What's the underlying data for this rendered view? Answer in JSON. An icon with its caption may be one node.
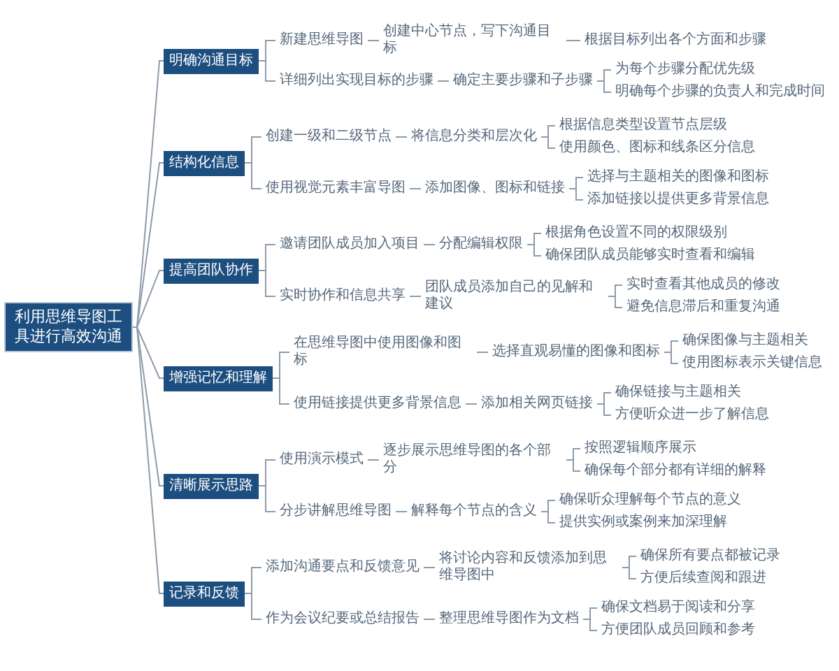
{
  "diagram": {
    "nodes": [
      {
        "text": [
          "利用思维导图工具进行高效沟通"
        ]
      },
      {
        "text": [
          "明确沟通目标"
        ]
      },
      {
        "text": [
          "新建思维导图"
        ]
      },
      {
        "text": [
          "创建中心节点，写下沟通目标"
        ]
      },
      {
        "text": [
          "根据目标列出各个方面和步骤"
        ]
      },
      {
        "text": [
          "详细列出实现目标的步骤"
        ]
      },
      {
        "text": [
          "确定主要步骤和子步骤"
        ]
      },
      {
        "text": [
          "为每个步骤分配优先级"
        ]
      },
      {
        "text": [
          "明确每个步骤的负责人和完成时间"
        ]
      },
      {
        "text": [
          "结构化信息"
        ]
      },
      {
        "text": [
          "创建一级和二级节点"
        ]
      },
      {
        "text": [
          "将信息分类和层次化"
        ]
      },
      {
        "text": [
          "根据信息类型设置节点层级"
        ]
      },
      {
        "text": [
          "使用颜色、图标和线条区分信息"
        ]
      },
      {
        "text": [
          "使用视觉元素丰富导图"
        ]
      },
      {
        "text": [
          "添加图像、图标和链接"
        ]
      },
      {
        "text": [
          "选择与主题相关的图像和图标"
        ]
      },
      {
        "text": [
          "添加链接以提供更多背景信息"
        ]
      },
      {
        "text": [
          "提高团队协作"
        ]
      },
      {
        "text": [
          "邀请团队成员加入项目"
        ]
      },
      {
        "text": [
          "分配编辑权限"
        ]
      },
      {
        "text": [
          "根据角色设置不同的权限级别"
        ]
      },
      {
        "text": [
          "确保团队成员能够实时查看和编辑"
        ]
      },
      {
        "text": [
          "实时协作和信息共享"
        ]
      },
      {
        "text": [
          "团队成员添加自己的见解和建议"
        ]
      },
      {
        "text": [
          "实时查看其他成员的修改"
        ]
      },
      {
        "text": [
          "避免信息滞后和重复沟通"
        ]
      },
      {
        "text": [
          "增强记忆和理解"
        ]
      },
      {
        "text": [
          "在思维导图中使用图像和图标"
        ]
      },
      {
        "text": [
          "选择直观易懂的图像和图标"
        ]
      },
      {
        "text": [
          "确保图像与主题相关"
        ]
      },
      {
        "text": [
          "使用图标表示关键信息"
        ]
      },
      {
        "text": [
          "使用链接提供更多背景信息"
        ]
      },
      {
        "text": [
          "添加相关网页链接"
        ]
      },
      {
        "text": [
          "确保链接与主题相关"
        ]
      },
      {
        "text": [
          "方便听众进一步了解信息"
        ]
      },
      {
        "text": [
          "清晰展示思路"
        ]
      },
      {
        "text": [
          "使用演示模式"
        ]
      },
      {
        "text": [
          "逐步展示思维导图的各个部分"
        ]
      },
      {
        "text": [
          "按照逻辑顺序展示"
        ]
      },
      {
        "text": [
          "确保每个部分都有详细的解释"
        ]
      },
      {
        "text": [
          "分步讲解思维导图"
        ]
      },
      {
        "text": [
          "解释每个节点的含义"
        ]
      },
      {
        "text": [
          "确保听众理解每个节点的意义"
        ]
      },
      {
        "text": [
          "提供实例或案例来加深理解"
        ]
      },
      {
        "text": [
          "记录和反馈"
        ]
      },
      {
        "text": [
          "添加沟通要点和反馈意见"
        ]
      },
      {
        "text": [
          "将讨论内容和反馈添加到思维导图中"
        ]
      },
      {
        "text": [
          "确保所有要点都被记录"
        ]
      },
      {
        "text": [
          "方便后续查阅和跟进"
        ]
      },
      {
        "text": [
          "作为会议纪要或总结报告"
        ]
      },
      {
        "text": [
          "整理思维导图作为文档"
        ]
      },
      {
        "text": [
          "确保文档易于阅读和分享"
        ]
      },
      {
        "text": [
          "方便团队成员回顾和参考"
        ]
      }
    ],
    "edges": [
      {
        "from": 0,
        "to": 1,
        "arrow": "none"
      },
      {
        "from": 1,
        "to": 2,
        "arrow": "none"
      },
      {
        "from": 2,
        "to": 3,
        "arrow": "none"
      },
      {
        "from": 3,
        "to": 4,
        "arrow": "none"
      },
      {
        "from": 1,
        "to": 5,
        "arrow": "none"
      },
      {
        "from": 5,
        "to": 6,
        "arrow": "none"
      },
      {
        "from": 6,
        "to": 7,
        "arrow": "none"
      },
      {
        "from": 6,
        "to": 8,
        "arrow": "none"
      },
      {
        "from": 0,
        "to": 9,
        "arrow": "none"
      },
      {
        "from": 9,
        "to": 10,
        "arrow": "none"
      },
      {
        "from": 10,
        "to": 11,
        "arrow": "none"
      },
      {
        "from": 11,
        "to": 12,
        "arrow": "none"
      },
      {
        "from": 11,
        "to": 13,
        "arrow": "none"
      },
      {
        "from": 9,
        "to": 14,
        "arrow": "none"
      },
      {
        "from": 14,
        "to": 15,
        "arrow": "none"
      },
      {
        "from": 15,
        "to": 16,
        "arrow": "none"
      },
      {
        "from": 15,
        "to": 17,
        "arrow": "none"
      },
      {
        "from": 0,
        "to": 18,
        "arrow": "none"
      },
      {
        "from": 18,
        "to": 19,
        "arrow": "none"
      },
      {
        "from": 19,
        "to": 20,
        "arrow": "none"
      },
      {
        "from": 20,
        "to": 21,
        "arrow": "none"
      },
      {
        "from": 20,
        "to": 22,
        "arrow": "none"
      },
      {
        "from": 18,
        "to": 23,
        "arrow": "none"
      },
      {
        "from": 23,
        "to": 24,
        "arrow": "none"
      },
      {
        "from": 24,
        "to": 25,
        "arrow": "none"
      },
      {
        "from": 24,
        "to": 26,
        "arrow": "none"
      },
      {
        "from": 0,
        "to": 27,
        "arrow": "none"
      },
      {
        "from": 27,
        "to": 28,
        "arrow": "none"
      },
      {
        "from": 28,
        "to": 29,
        "arrow": "none"
      },
      {
        "from": 29,
        "to": 30,
        "arrow": "none"
      },
      {
        "from": 29,
        "to": 31,
        "arrow": "none"
      },
      {
        "from": 27,
        "to": 32,
        "arrow": "none"
      },
      {
        "from": 32,
        "to": 33,
        "arrow": "none"
      },
      {
        "from": 33,
        "to": 34,
        "arrow": "none"
      },
      {
        "from": 33,
        "to": 35,
        "arrow": "none"
      },
      {
        "from": 0,
        "to": 36,
        "arrow": "none"
      },
      {
        "from": 36,
        "to": 37,
        "arrow": "none"
      },
      {
        "from": 37,
        "to": 38,
        "arrow": "none"
      },
      {
        "from": 38,
        "to": 39,
        "arrow": "none"
      },
      {
        "from": 38,
        "to": 40,
        "arrow": "none"
      },
      {
        "from": 36,
        "to": 41,
        "arrow": "none"
      },
      {
        "from": 41,
        "to": 42,
        "arrow": "none"
      },
      {
        "from": 42,
        "to": 43,
        "arrow": "none"
      },
      {
        "from": 42,
        "to": 44,
        "arrow": "none"
      },
      {
        "from": 0,
        "to": 45,
        "arrow": "none"
      },
      {
        "from": 45,
        "to": 46,
        "arrow": "none"
      },
      {
        "from": 46,
        "to": 47,
        "arrow": "none"
      },
      {
        "from": 47,
        "to": 48,
        "arrow": "none"
      },
      {
        "from": 47,
        "to": 49,
        "arrow": "none"
      },
      {
        "from": 45,
        "to": 50,
        "arrow": "none"
      },
      {
        "from": 50,
        "to": 51,
        "arrow": "none"
      },
      {
        "from": 51,
        "to": 52,
        "arrow": "none"
      },
      {
        "from": 51,
        "to": 53,
        "arrow": "none"
      }
    ]
  }
}
